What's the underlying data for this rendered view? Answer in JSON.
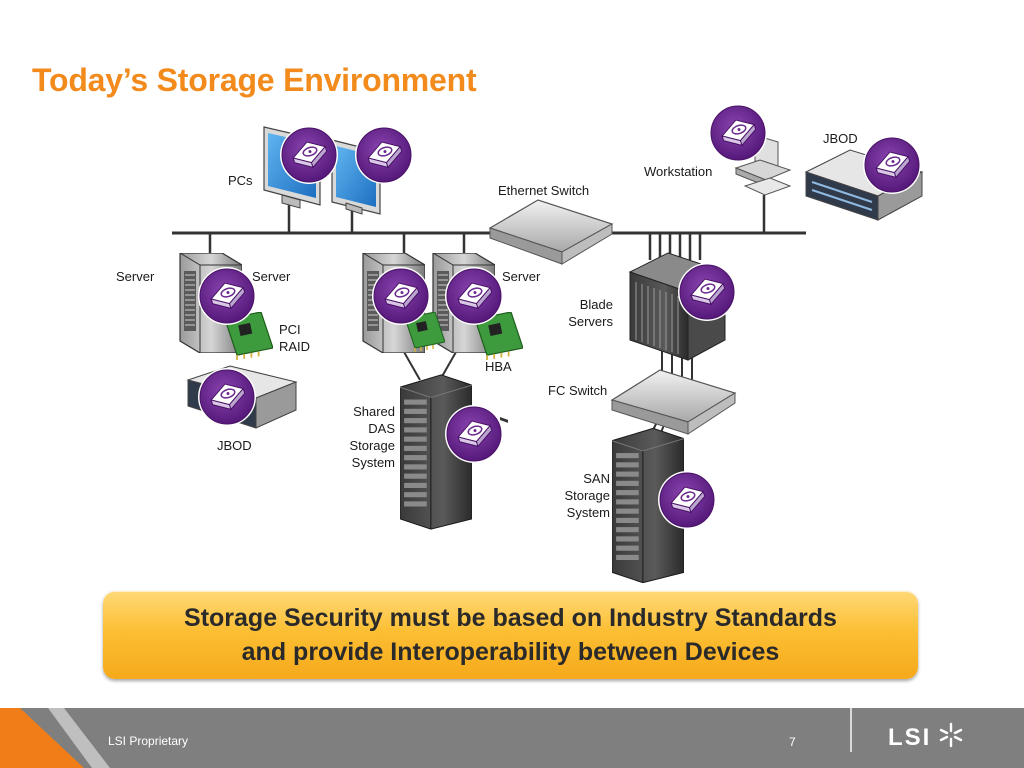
{
  "slide": {
    "title": "Today’s Storage Environment",
    "callout_line1": "Storage Security must be based on Industry Standards",
    "callout_line2": "and provide Interoperability between Devices",
    "footer_left": "LSI Proprietary",
    "page_number": "7",
    "logo_text": "LSI"
  },
  "labels": {
    "pcs": "PCs",
    "ethernet_switch": "Ethernet Switch",
    "workstation": "Workstation",
    "jbod_top": "JBOD",
    "server_1": "Server",
    "server_2": "Server",
    "server_3": "Server",
    "pci": "PCI",
    "raid": "RAID",
    "jbod_left": "JBOD",
    "shared": "Shared",
    "das": "DAS",
    "storage_1": "Storage",
    "system_1": "System",
    "hba": "HBA",
    "blade": "Blade",
    "servers": "Servers",
    "fc_switch": "FC Switch",
    "san": "SAN",
    "storage_2": "Storage",
    "system_2": "System"
  },
  "colors": {
    "title": "#f28a1c",
    "badge_purple": "#6b2a8f",
    "callout_yellow": "#fcbf34",
    "footer_gray": "#7f7f7f",
    "accent_orange": "#f07d17"
  },
  "icons": {
    "security_badge": "encrypted-drive-icon",
    "logo_mark": "lsi-starburst-icon"
  }
}
